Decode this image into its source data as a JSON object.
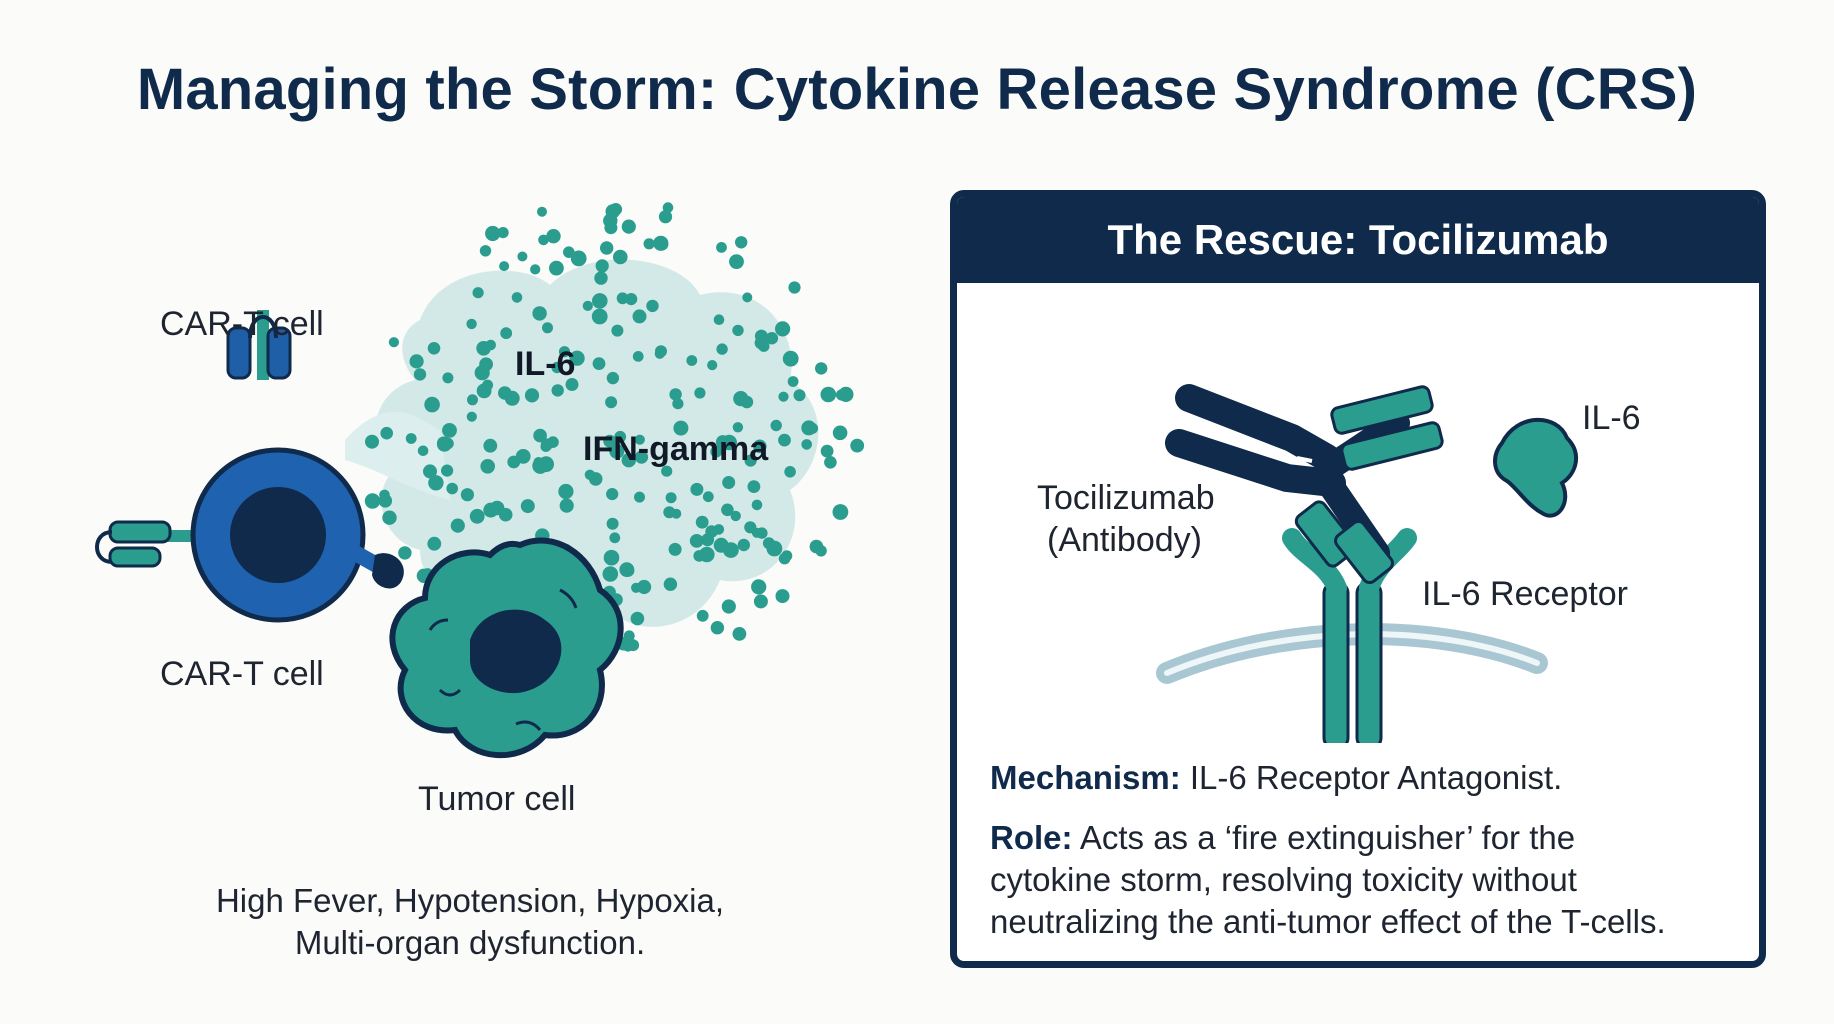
{
  "title": "Managing the Storm: Cytokine Release Syndrome (CRS)",
  "left": {
    "car_t_label_top": "CAR-T cell",
    "car_t_label_bottom": "CAR-T cell",
    "cytokine_1": "IL-6",
    "cytokine_2": "IFN-gamma",
    "tumor_label": "Tumor cell",
    "symptoms_line1": "High Fever, Hypotension, Hypoxia,",
    "symptoms_line2": "Multi-organ dysfunction."
  },
  "panel": {
    "header": "The Rescue: Tocilizumab",
    "antibody_label_line1": "Tocilizumab",
    "antibody_label_line2": "(Antibody)",
    "il6_label": "IL-6",
    "receptor_label": "IL-6 Receptor",
    "mechanism_label": "Mechanism:",
    "mechanism_text": " IL-6 Receptor Antagonist.",
    "role_label": "Role:",
    "role_line1": " Acts as a ‘fire extinguisher’ for the",
    "role_line2": "cytokine storm, resolving toxicity without",
    "role_line3": "neutralizing the anti-tumor effect of the T-cells."
  },
  "colors": {
    "navy": "#0f2a4a",
    "blue": "#1f5fa8",
    "teal": "#2a9d8f",
    "teal_light": "#cfe7e6"
  }
}
